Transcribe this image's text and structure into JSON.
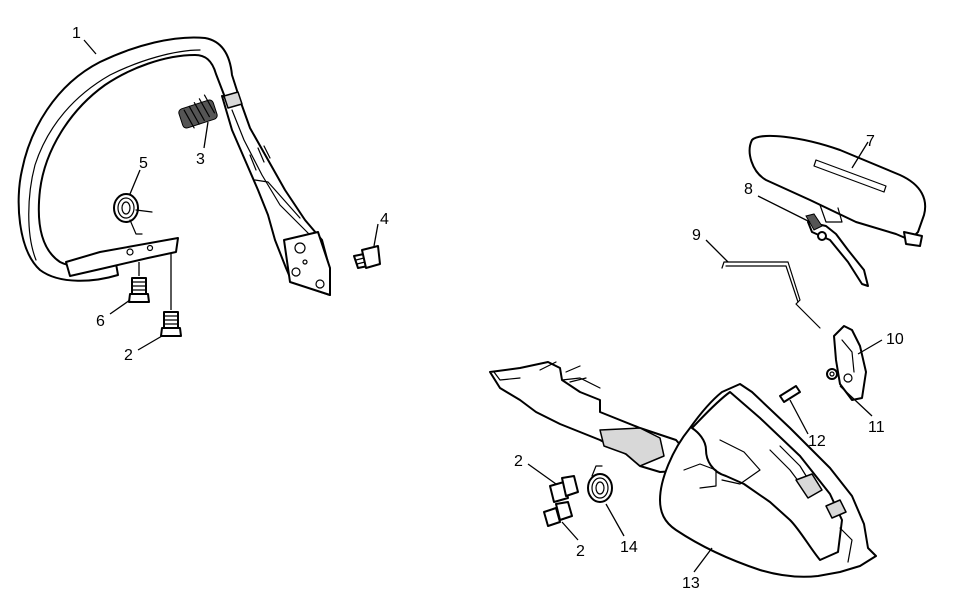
{
  "callouts": {
    "c1": "1",
    "c2a": "2",
    "c2b": "2",
    "c2c": "2",
    "c3": "3",
    "c4": "4",
    "c5": "5",
    "c6": "6",
    "c7": "7",
    "c8": "8",
    "c9": "9",
    "c10": "10",
    "c11": "11",
    "c12": "12",
    "c13": "13",
    "c14": "14"
  }
}
